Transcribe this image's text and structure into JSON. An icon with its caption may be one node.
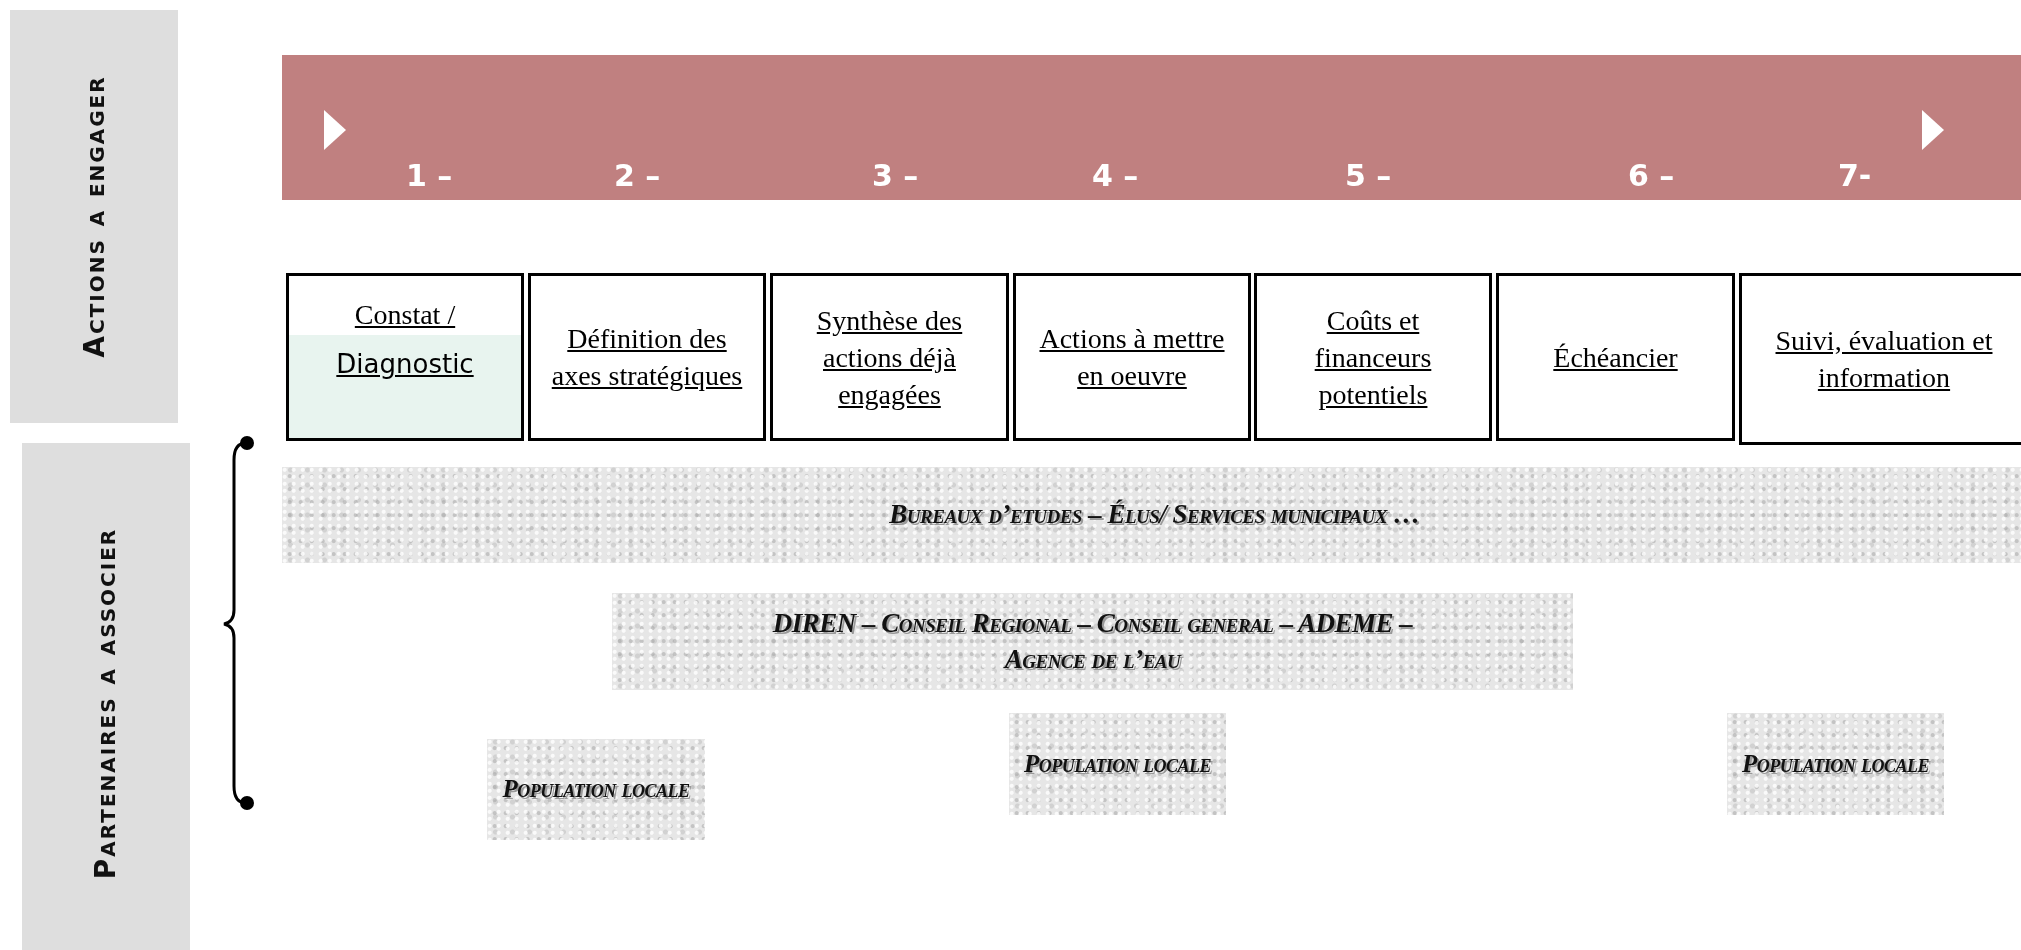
{
  "diagram": {
    "nodes": [
      {
        "text": [
          "Actions a engager"
        ]
      },
      {
        "text": [
          "1 –",
          "2 –",
          "3 –",
          "4 –",
          "5 –",
          "6 –",
          "7-"
        ]
      },
      {
        "text": [
          "Constat /",
          "Diagnostic"
        ]
      },
      {
        "text": [
          "Définition des axes stratégiques"
        ]
      },
      {
        "text": [
          "Synthèse des actions déjà engagées"
        ]
      },
      {
        "text": [
          "Actions à mettre en oeuvre"
        ]
      },
      {
        "text": [
          "Coûts et financeurs potentiels"
        ]
      },
      {
        "text": [
          "Échéancier"
        ]
      },
      {
        "text": [
          "Suivi, évaluation et information"
        ]
      },
      {
        "text": [
          "Partenaires a associer"
        ]
      },
      {
        "text": [
          "Bureaux d’etudes – Élus/ Services municipaux …"
        ]
      },
      {
        "text": [
          "DIREN – Conseil Regional – Conseil general – ADEME – Agence de l’eau"
        ]
      },
      {
        "text": [
          "Population locale"
        ]
      },
      {
        "text": [
          "Population locale"
        ]
      },
      {
        "text": [
          "Population locale"
        ]
      }
    ]
  }
}
